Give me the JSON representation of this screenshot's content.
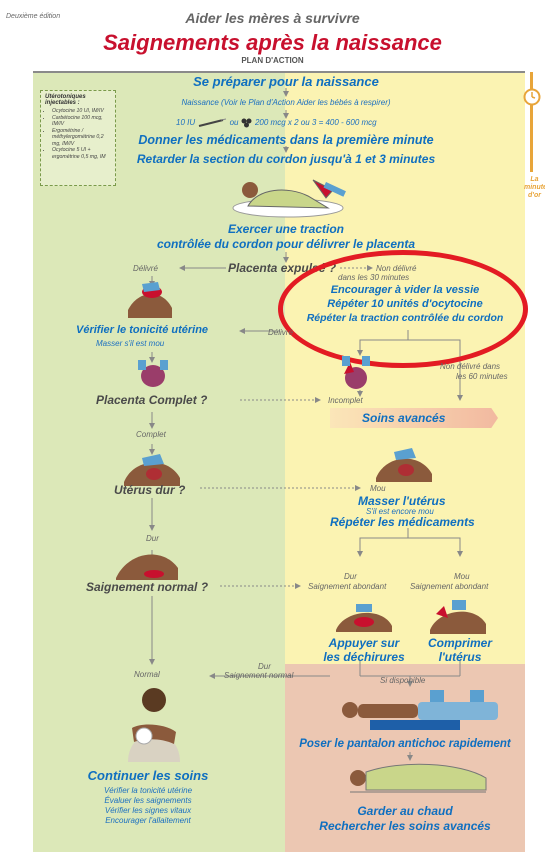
{
  "header": {
    "edition": "Deuxième édition",
    "program": "Aider les mères à survivre",
    "title": "Saignements après la naissance",
    "subtitle": "PLAN D'ACTION"
  },
  "uterotonics": {
    "title": "Utérotoniques injectables :",
    "items": [
      "Ocytocine 10 UI, IM/IV",
      "Carbétocine 100 mcg, IM/IV",
      "Ergométrine / méthylergométrine 0,2 mg, IM/IV",
      "Ocytocine 5 UI + ergométrine 0,5 mg, IM"
    ]
  },
  "golden_minute": {
    "line1": "La",
    "line2": "minute",
    "line3": "d'or"
  },
  "steps": {
    "prepare": "Se préparer pour la naissance",
    "prepare_note": "Naissance (Voir le Plan d'Action Aider les bébés à respirer)",
    "dose_line": {
      "a": "10 IU",
      "b": "ou",
      "c": "200 mcg x 2 ou 3 = 400 - 600 mcg"
    },
    "give_meds": "Donner les médicaments dans la première minute",
    "delay_cord": "Retarder la section du cordon jusqu'à 1 et 3 minutes",
    "traction_1": "Exercer une traction",
    "traction_2": "contrôlée du cordon pour délivrer le placenta",
    "delivered": "Délivré",
    "placenta_expelled": "Placenta expulsé ?",
    "not_delivered_1": "Non délivré",
    "not_delivered_2": "dans les 30 minutes",
    "bladder": "Encourager à vider la vessie",
    "repeat_oxy": "Répéter 10 unités d'ocytocine",
    "repeat_traction": "Répéter la traction contrôlée du cordon",
    "check_tone": "Vérifier le tonicité utérine",
    "massage_if_soft": "Masser s'il est mou",
    "delivered_2": "Délivré",
    "not_delivered_60_1": "Non délivré dans",
    "not_delivered_60_2": "les 60 minutes",
    "placenta_complete": "Placenta Complet ?",
    "incomplete": "Incomplet",
    "advanced_care": "Soins avancés",
    "complete": "Complet",
    "uterus_firm": "Utérus dur ?",
    "soft": "Mou",
    "massage_uterus": "Masser l'utérus",
    "if_still_soft": "S'il est encore mou",
    "repeat_meds": "Répéter les médicaments",
    "firm": "Dur",
    "normal_bleeding": "Saignement normal ?",
    "firm_2": "Dur",
    "heavy_bleeding_1": "Saignement abondant",
    "soft_2": "Mou",
    "heavy_bleeding_2": "Saignement abondant",
    "press_tears_1": "Appuyer sur",
    "press_tears_2": "les déchirures",
    "compress_1": "Comprimer",
    "compress_2": "l'utérus",
    "normal": "Normal",
    "firm_3": "Dur",
    "normal_bleeding_2": "Saignement normal",
    "if_available": "Si disponible",
    "anti_shock": "Poser le pantalon antichoc rapidement",
    "continue_care": "Continuer les soins",
    "care_list": [
      "Vérifier la tonicité utérine",
      "Évaluer les saignements",
      "Vérifier les signes vitaux",
      "Encourager l'allaitement"
    ],
    "keep_warm": "Garder au chaud",
    "seek_advanced": "Rechercher les soins avancés"
  },
  "colors": {
    "blue": "#0f6fc0",
    "red": "#c8102e",
    "green_panel": "#dce8b8",
    "yellow_panel": "#fbf3b2",
    "pink_panel": "#ecc7b2",
    "orange": "#e8a53a"
  }
}
